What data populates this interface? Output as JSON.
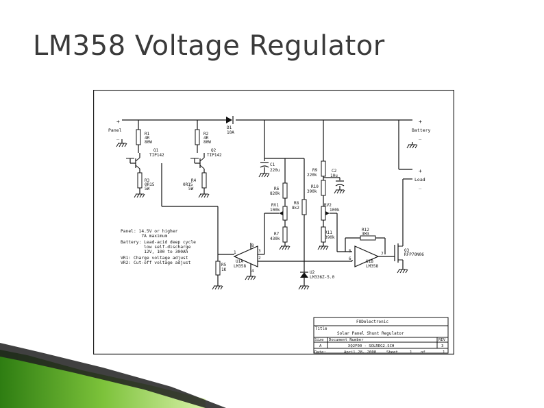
{
  "slide": {
    "title": "LM358 Voltage Regulator"
  },
  "schematic": {
    "panel": {
      "plus": "+",
      "label": "Panel",
      "minus": "_"
    },
    "battery": {
      "plus": "+",
      "label": "Battery",
      "minus": "_"
    },
    "load": {
      "plus": "+",
      "label": "Load",
      "minus": "_"
    },
    "d1": {
      "ref": "D1",
      "value": "10A"
    },
    "r1": {
      "ref": "R1",
      "v1": "4R",
      "v2": "80W"
    },
    "r2": {
      "ref": "R2",
      "v1": "4R",
      "v2": "80W"
    },
    "q1": {
      "ref": "Q1",
      "value": "TIP142"
    },
    "q2": {
      "ref": "Q2",
      "value": "TIP142"
    },
    "r3": {
      "ref": "R3",
      "v1": "0R15",
      "v2": "5W"
    },
    "r4": {
      "ref": "R4",
      "v1": "0R15",
      "v2": "5W"
    },
    "c1": {
      "ref": "C1",
      "value": "220u"
    },
    "r9": {
      "ref": "R9",
      "value": "220k"
    },
    "c2": {
      "ref": "C2",
      "value": "10u"
    },
    "r6": {
      "ref": "R6",
      "value": "820k"
    },
    "r10": {
      "ref": "R10",
      "value": "390k"
    },
    "r8": {
      "ref": "R8",
      "value": "8k2"
    },
    "rv1": {
      "ref": "RV1",
      "value": "100k"
    },
    "rv2": {
      "ref": "RV2",
      "value": "100k"
    },
    "r7": {
      "ref": "R7",
      "value": "430k"
    },
    "r11": {
      "ref": "R11",
      "value": "390k"
    },
    "r12": {
      "ref": "R12",
      "value": "3M3"
    },
    "q3": {
      "ref": "Q3",
      "value": "RFP70N06"
    },
    "u1a": {
      "ref": "U1A",
      "value": "LM358",
      "pin1": "1",
      "pin2": "2",
      "pin3": "3",
      "pin4": "4",
      "pin8": "8"
    },
    "u1b": {
      "ref": "U1B",
      "value": "LM358",
      "pin5": "5",
      "pin6": "6",
      "pin7": "7"
    },
    "r5": {
      "ref": "R5",
      "value": "1K"
    },
    "u2": {
      "ref": "U2",
      "value": "LM336Z-5.0"
    },
    "notes": [
      "Panel: 14.5V or higher",
      "        7A maximum",
      "Battery: Lead-acid deep cycle",
      "         low self-discharge",
      "         12V, 100 to 300Ah",
      "VR1: Charge voltage adjust",
      "VR2: Cut-off voltage adjust"
    ],
    "titleblock": {
      "company": "FODelectronic",
      "title_label": "Title",
      "title": "Solar Panel Shunt Regulator",
      "size_label": "Size",
      "docnum_label": "Document Number",
      "rev_label": "REV",
      "size": "A",
      "docnum": "XQ2F00 - SOLREG2.SCH",
      "rev": "3",
      "date_label": "Date:",
      "date": "April 28, 2000",
      "sheet_label": "Sheet",
      "sheet": "1",
      "of_label": "of",
      "sheets": "1"
    }
  }
}
